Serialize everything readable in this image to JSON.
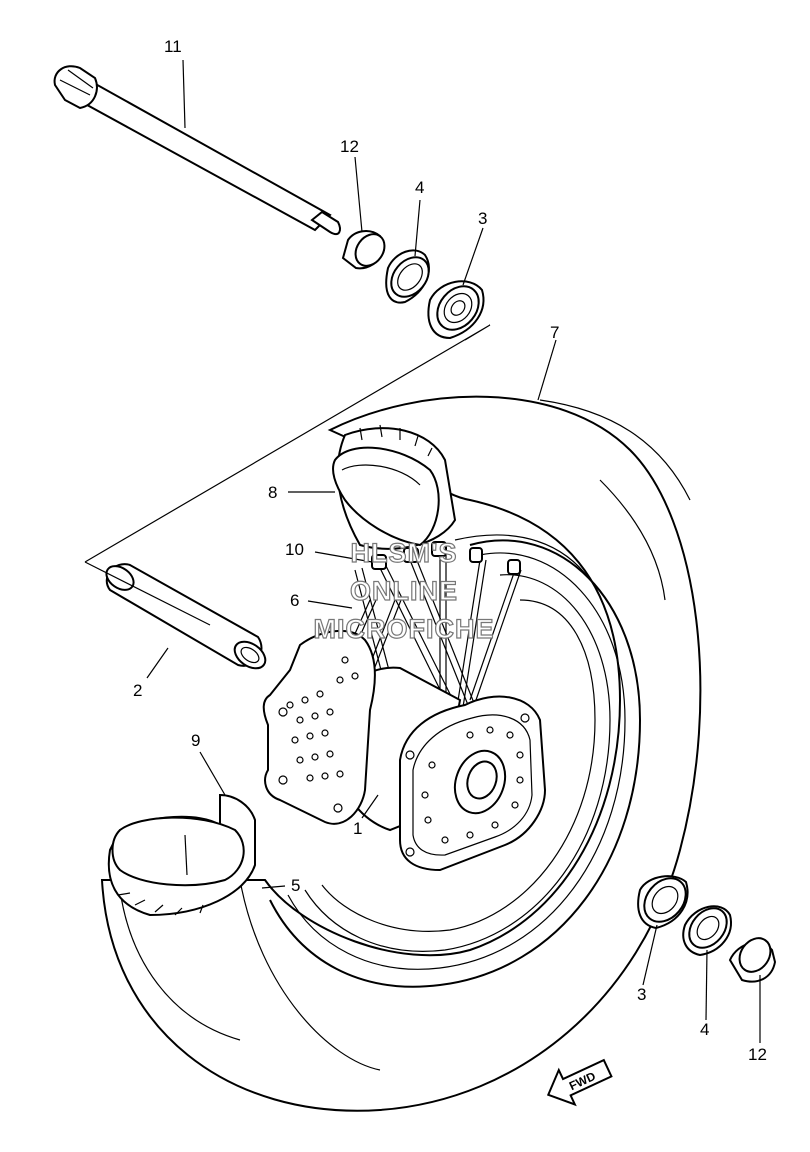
{
  "labels": {
    "p1": "1",
    "p2": "2",
    "p3a": "3",
    "p3b": "3",
    "p4a": "4",
    "p4b": "4",
    "p5": "5",
    "p6": "6",
    "p7": "7",
    "p8": "8",
    "p9": "9",
    "p10": "10",
    "p11": "11",
    "p12a": "12",
    "p12b": "12"
  },
  "watermark": {
    "line1": "HLSM'S",
    "line2": "ONLINE",
    "line3": "MICROFICHE"
  },
  "fwd": "FWD"
}
